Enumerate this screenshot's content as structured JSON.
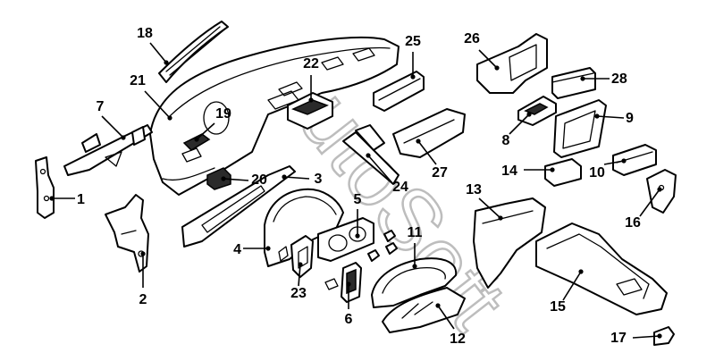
{
  "watermark": "AutoSoft",
  "callouts": [
    {
      "n": "1"
    },
    {
      "n": "2"
    },
    {
      "n": "3"
    },
    {
      "n": "4"
    },
    {
      "n": "5"
    },
    {
      "n": "6"
    },
    {
      "n": "7"
    },
    {
      "n": "8"
    },
    {
      "n": "9"
    },
    {
      "n": "10"
    },
    {
      "n": "11"
    },
    {
      "n": "12"
    },
    {
      "n": "13"
    },
    {
      "n": "14"
    },
    {
      "n": "15"
    },
    {
      "n": "16"
    },
    {
      "n": "17"
    },
    {
      "n": "18"
    },
    {
      "n": "19"
    },
    {
      "n": "20"
    },
    {
      "n": "21"
    },
    {
      "n": "22"
    },
    {
      "n": "23"
    },
    {
      "n": "24"
    },
    {
      "n": "25"
    },
    {
      "n": "26"
    },
    {
      "n": "27"
    },
    {
      "n": "28"
    }
  ]
}
